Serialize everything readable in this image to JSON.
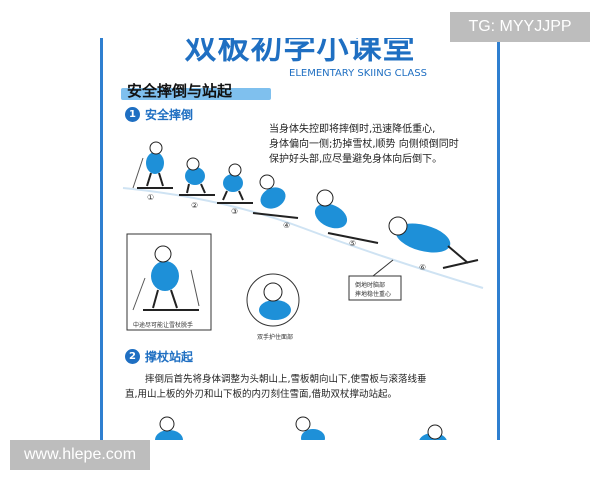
{
  "poster": {
    "title": "双板初学小课堂",
    "section_title": "安全摔倒与站起",
    "subtitle": "ELEMENTARY SKIING CLASS"
  },
  "part1": {
    "number": "1",
    "heading": "安全摔倒",
    "lines": [
      "当身体失控即将摔倒时,迅速降低重心,",
      "身体偏向一侧;扔掉雪杖,顺势 向侧倾倒同时",
      "保护好头部,应尽量避免身体向后倒下。"
    ],
    "step_labels": [
      "①",
      "②",
      "③",
      "④",
      "⑤",
      "⑥"
    ],
    "caption_left": "中途尽可能让雪杖脱手",
    "caption_middle": "双手护住面部",
    "caption_right_1": "倒地时脑部",
    "caption_right_2": "摔地稳住重心"
  },
  "part2": {
    "number": "2",
    "heading": "撑杖站起",
    "lines": [
      "摔倒后首先将身体调整为头朝山上,雪板朝向山下,使雪板与滚落线垂",
      "直,用山上板的外刃和山下板的内刃刻住雪面,借助双杖撑动站起。"
    ]
  },
  "watermarks": {
    "top_right": "TG: MYYJJPP",
    "bottom_left": "www.hlepe.com"
  },
  "colors": {
    "brand_blue": "#1f6fc2",
    "jacket_blue": "#1e90d8",
    "highlight": "#7fc0ee",
    "watermark_bg": "#bdbdbd"
  }
}
